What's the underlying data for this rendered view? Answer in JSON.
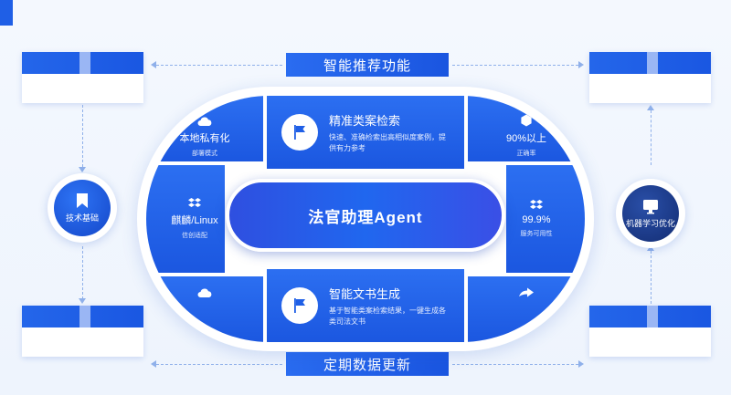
{
  "banners": {
    "top": "智能推荐功能",
    "bottom": "定期数据更新"
  },
  "center": {
    "title": "法官助理Agent"
  },
  "middle": {
    "top": {
      "title": "精准类案检索",
      "desc": "快速、准确检索出高相似度案例，提供有力参考",
      "icon": "flag-icon"
    },
    "bottom": {
      "title": "智能文书生成",
      "desc": "基于智能类案检索结果，一键生成各类司法文书",
      "icon": "flag-icon"
    }
  },
  "left": {
    "top": {
      "title": "本地私有化",
      "sub": "部署模式",
      "icon": "cloud-icon"
    },
    "mid": {
      "title": "麒麟/Linux",
      "sub": "信创适配",
      "icon": "dropbox-icon"
    },
    "bottom": {
      "icon": "cloud-icon"
    }
  },
  "right": {
    "top": {
      "title": "90%以上",
      "sub": "正确率",
      "icon": "hexagon-icon"
    },
    "mid": {
      "title": "99.9%",
      "sub": "服务可用性",
      "icon": "dropbox-icon"
    },
    "bottom": {
      "icon": "share-icon"
    }
  },
  "circles": {
    "left": {
      "label": "技术基础",
      "icon": "bookmark-icon"
    },
    "right": {
      "label": "机器学习优化",
      "icon": "monitor-icon"
    }
  },
  "colors": {
    "primary": "#1f5fe6",
    "dark": "#132d73",
    "dash": "#8fb0ea"
  }
}
